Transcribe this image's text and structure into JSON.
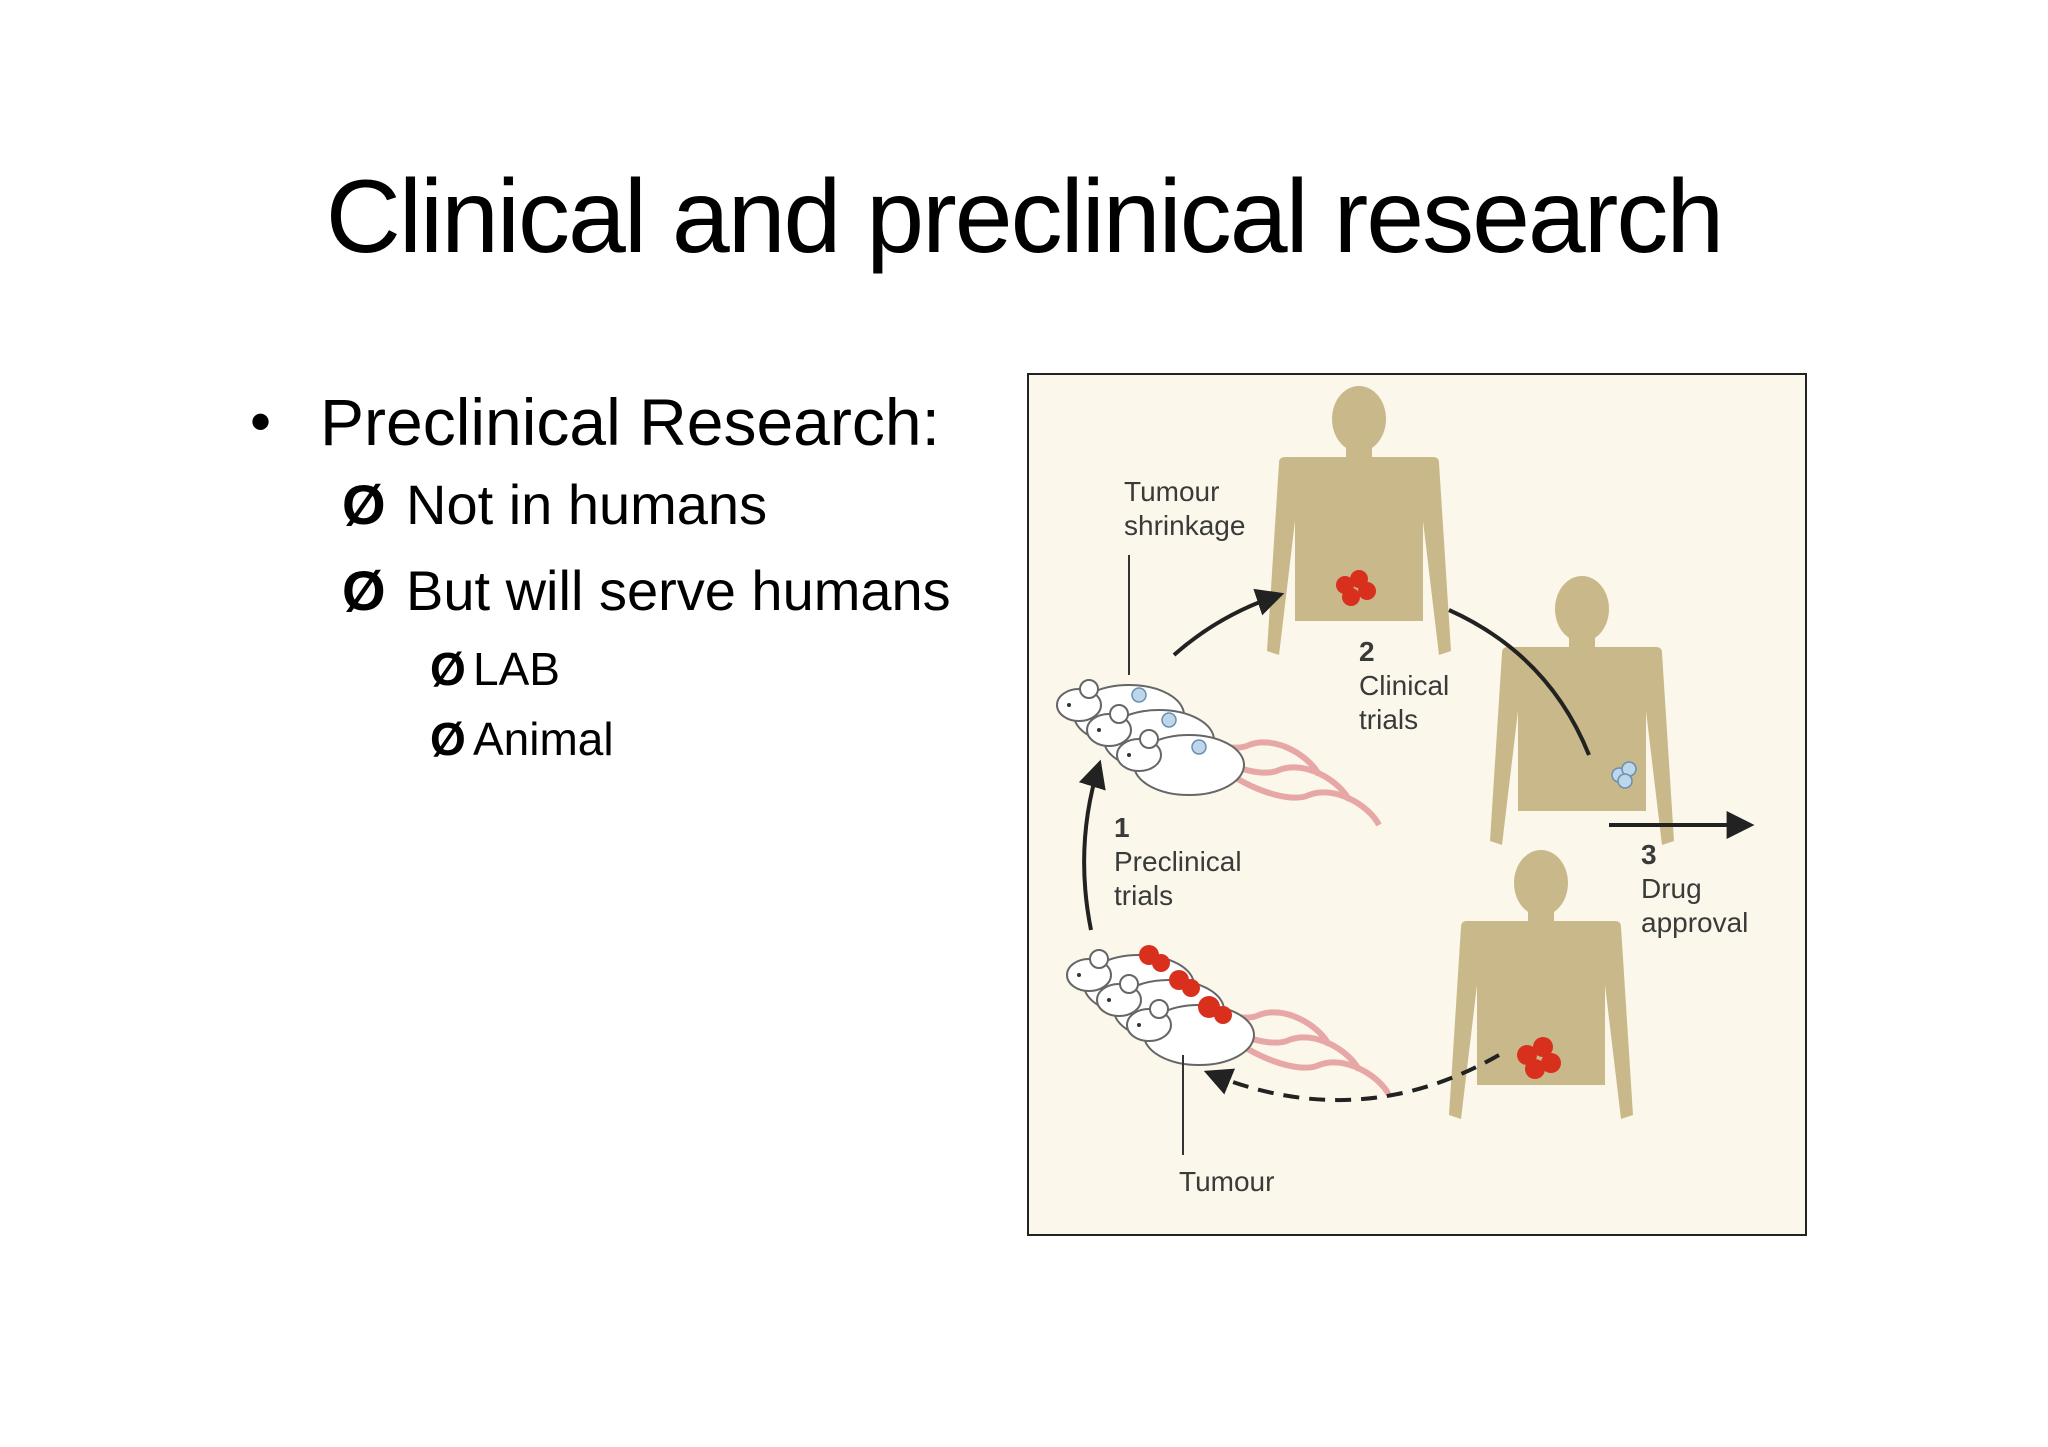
{
  "slide": {
    "title": "Clinical and preclinical research",
    "bullets": {
      "main": "Preclinical Research:",
      "sub": [
        "Not in humans",
        "But will serve humans"
      ],
      "subsub": [
        "LAB",
        "Animal"
      ],
      "bullet_glyph": "•",
      "arrow_glyph": "Ø"
    }
  },
  "figure": {
    "labels": {
      "tumour_shrinkage": "Tumour\nshrinkage",
      "step2_num": "2",
      "step2_text": "Clinical\ntrials",
      "step1_num": "1",
      "step1_text": "Preclinical\ntrials",
      "step3_num": "3",
      "step3_text": "Drug\napproval",
      "tumour": "Tumour"
    },
    "colors": {
      "background": "#fbf7ea",
      "silhouette": "#c9b98a",
      "tumour": "#d9301e",
      "shrunk_tumour": "#bcd6ec",
      "mouse": "#ffffff",
      "tail": "#e8a7a7"
    }
  }
}
